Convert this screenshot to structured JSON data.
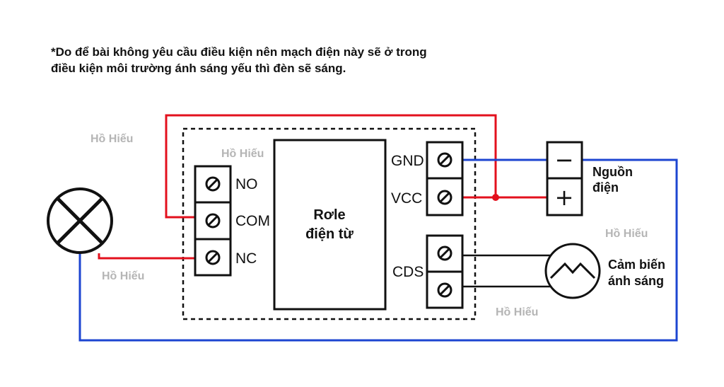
{
  "note": {
    "line1": "*Do để bài không yêu cầu điều kiện nên mạch điện này sẽ ở trong",
    "line2": "điều kiện môi trường ánh sáng yếu thì đèn sẽ sáng."
  },
  "relay": {
    "label_line1": "Rơle",
    "label_line2": "điện từ",
    "terminals_left": [
      "NO",
      "COM",
      "NC"
    ],
    "terminals_right_power": [
      "GND",
      "VCC"
    ],
    "terminal_right_sensor": "CDS"
  },
  "power_source": {
    "label_line1": "Nguồn",
    "label_line2": "điện",
    "negative_symbol": "−",
    "positive_symbol": "+"
  },
  "sensor": {
    "label_line1": "Cảm biến",
    "label_line2": "ánh sáng"
  },
  "watermark": "Hồ Hiếu",
  "colors": {
    "red_wire": "#e3101d",
    "blue_wire": "#1c45d1",
    "black_wire": "#111111"
  },
  "icons": [
    "lamp-icon",
    "screw-terminal-icon",
    "light-sensor-icon"
  ]
}
